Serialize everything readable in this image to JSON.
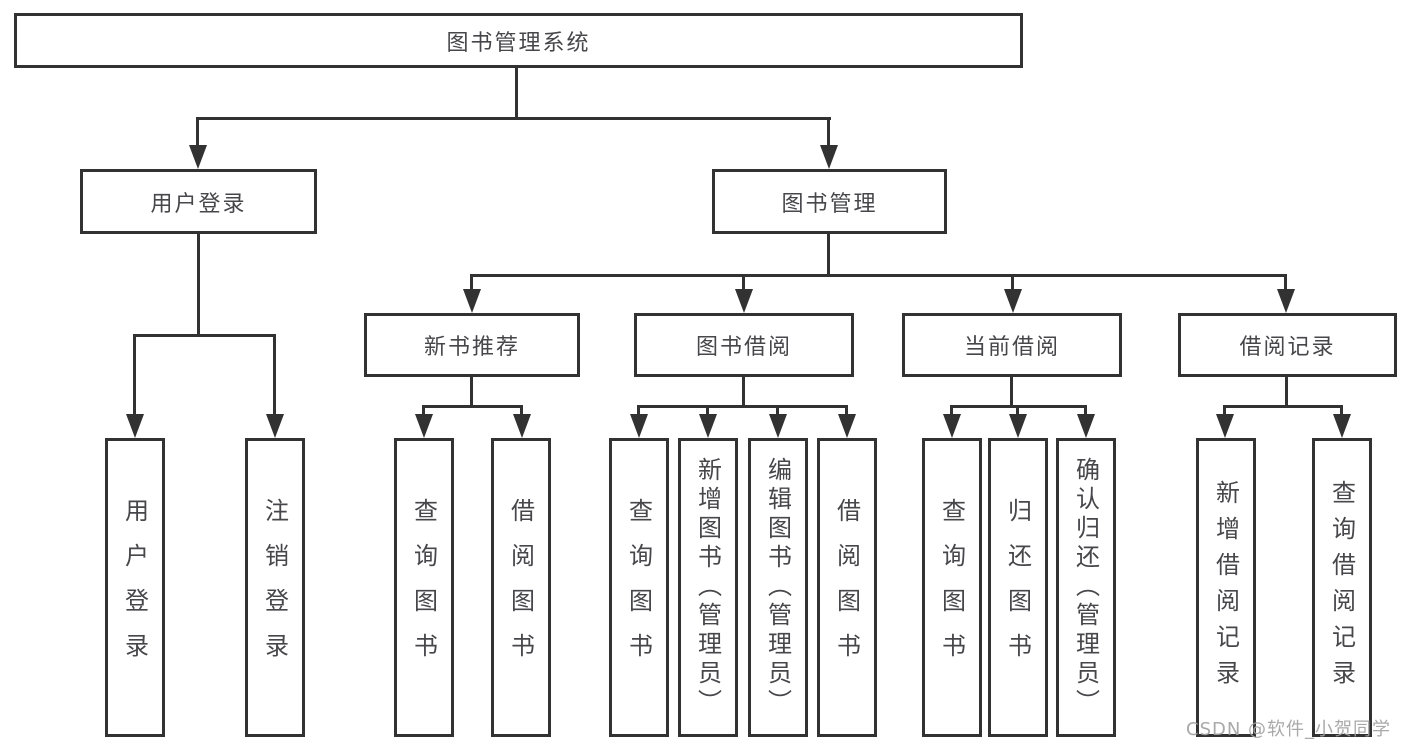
{
  "diagram": {
    "title": "图书管理系统",
    "root": {
      "label": "图书管理系统"
    },
    "level2": [
      {
        "id": "user-login",
        "label": "用户登录"
      },
      {
        "id": "book-management",
        "label": "图书管理"
      }
    ],
    "level3": [
      {
        "id": "new-book-recommend",
        "label": "新书推荐",
        "parent": "book-management"
      },
      {
        "id": "book-borrow",
        "label": "图书借阅",
        "parent": "book-management"
      },
      {
        "id": "current-borrow",
        "label": "当前借阅",
        "parent": "book-management"
      },
      {
        "id": "borrow-record",
        "label": "借阅记录",
        "parent": "book-management"
      }
    ],
    "leaves": [
      {
        "id": "leaf-user-login",
        "label": "用户登录",
        "parent": "user-login"
      },
      {
        "id": "leaf-logout",
        "label": "注销登录",
        "parent": "user-login"
      },
      {
        "id": "leaf-query-book-1",
        "label": "查询图书",
        "parent": "new-book-recommend"
      },
      {
        "id": "leaf-borrow-book-1",
        "label": "借阅图书",
        "parent": "new-book-recommend"
      },
      {
        "id": "leaf-query-book-2",
        "label": "查询图书",
        "parent": "book-borrow"
      },
      {
        "id": "leaf-add-book",
        "label": "新增图书（管理员）",
        "parent": "book-borrow"
      },
      {
        "id": "leaf-edit-book",
        "label": "编辑图书（管理员）",
        "parent": "book-borrow"
      },
      {
        "id": "leaf-borrow-book-2",
        "label": "借阅图书",
        "parent": "book-borrow"
      },
      {
        "id": "leaf-query-book-3",
        "label": "查询图书",
        "parent": "current-borrow"
      },
      {
        "id": "leaf-return-book",
        "label": "归还图书",
        "parent": "current-borrow"
      },
      {
        "id": "leaf-confirm-return",
        "label": "确认归还（管理员）",
        "parent": "current-borrow"
      },
      {
        "id": "leaf-add-borrow-record",
        "label": "新增借阅记录",
        "parent": "borrow-record"
      },
      {
        "id": "leaf-query-borrow-record",
        "label": "查询借阅记录",
        "parent": "borrow-record"
      }
    ]
  },
  "watermark": {
    "text": "CSDN @软件_小贺同学"
  },
  "colors": {
    "line": "#323232",
    "text": "#47474b",
    "box_fill": "#ffffff",
    "background": "#ffffff",
    "watermark": "#a2a2a2"
  }
}
